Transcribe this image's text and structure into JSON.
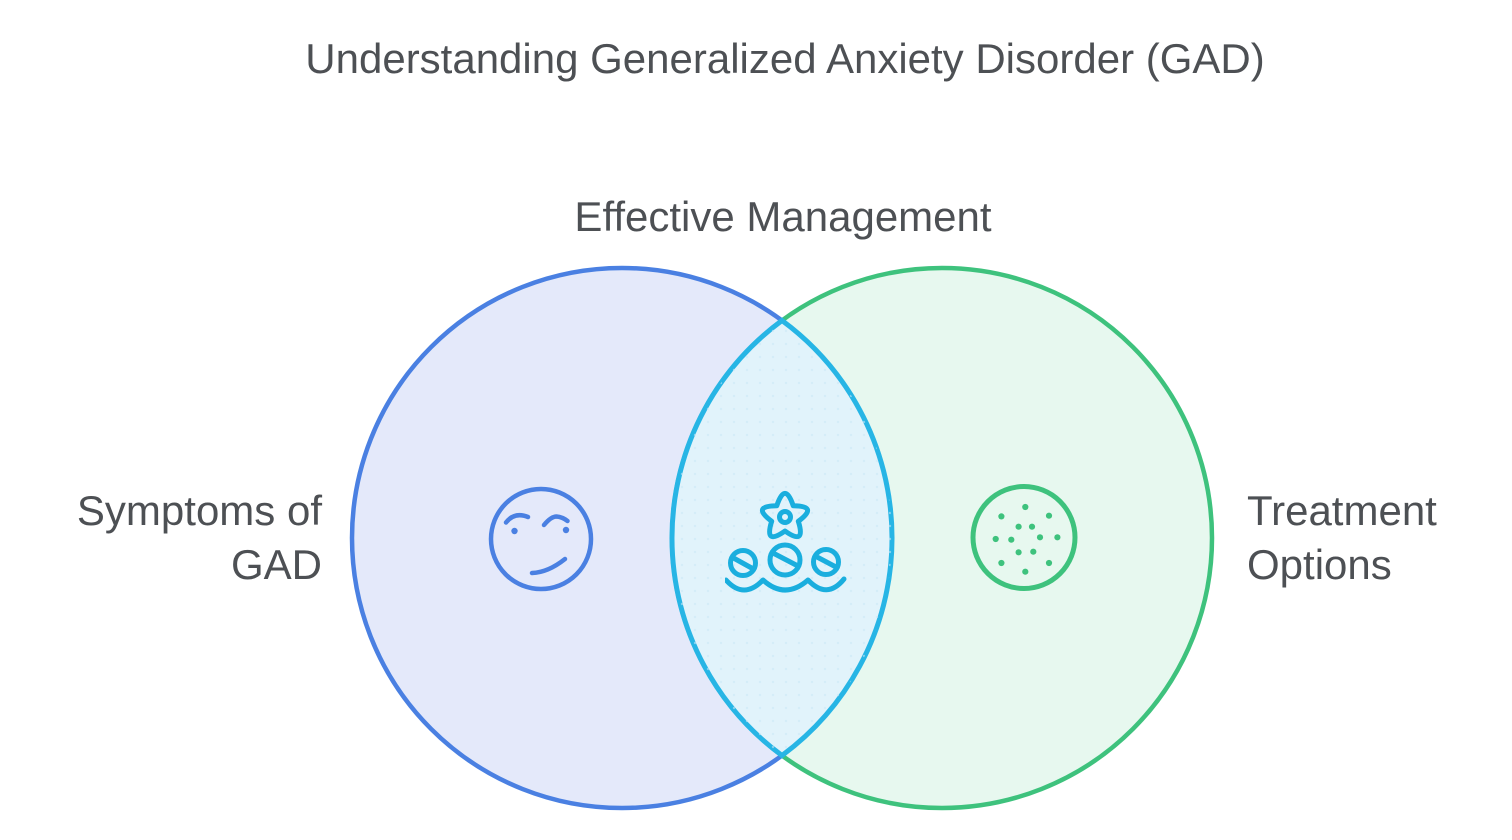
{
  "page": {
    "title": "Understanding Generalized Anxiety Disorder (GAD)",
    "background_color": "#ffffff",
    "text_color": "#4d5054"
  },
  "venn": {
    "intersection_label": "Effective Management",
    "left_set": {
      "label": "Symptoms of GAD",
      "label_lines": [
        "Symptoms of",
        "GAD"
      ],
      "icon": "worried-face-icon",
      "stroke_color": "#4a80e2",
      "fill_color": "#e4e9fa"
    },
    "right_set": {
      "label": "Treatment Options",
      "label_lines": [
        "Treatment",
        "Options"
      ],
      "icon": "pill-icon",
      "stroke_color": "#3ec27d",
      "fill_color": "#e7f8ef"
    },
    "intersection": {
      "icon": "team-gear-icon",
      "stroke_color": "#27b5e5",
      "fill_color": "#e1f3fb",
      "icon_color": "#1aaede"
    }
  }
}
